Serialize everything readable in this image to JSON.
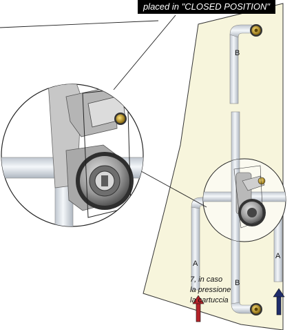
{
  "banner": {
    "text": "placed in \"CLOSED POSITION\""
  },
  "labels": {
    "pipe_left": "A",
    "pipe_right": "A",
    "pipe_top": "B",
    "pipe_bottom": "B"
  },
  "note": {
    "line1": "7, in caso",
    "line2": "la pressione",
    "line3": "la cartuccia"
  },
  "arrows": {
    "inlet_left_color": "#b4232a",
    "inlet_right_color": "#1f2d6b"
  },
  "colors": {
    "wall": "#f7f5dc",
    "pipe": "#e8edf3",
    "fitting_brass": "#c9a227",
    "body_grey": "#8c8c8c"
  }
}
